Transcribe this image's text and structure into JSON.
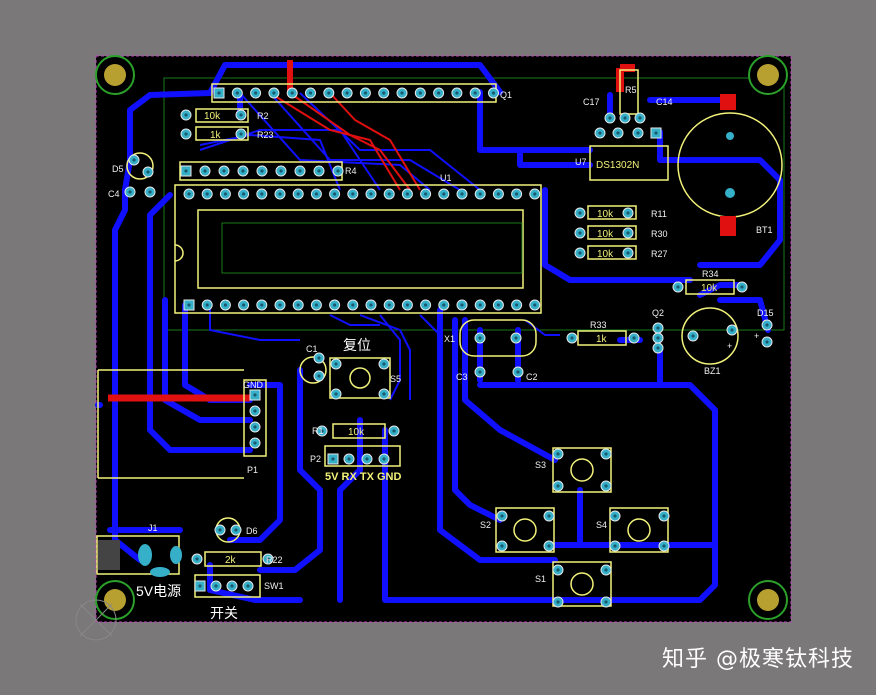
{
  "pcb": {
    "colors": {
      "background": "#7a7878",
      "board": "#000000",
      "bottom_trace": "#1010ff",
      "top_trace": "#e01010",
      "silkscreen": "#f2f27a",
      "pad": "#35b0c8",
      "outline": "#c040c0"
    },
    "components": {
      "q1": "Q1",
      "r2": "R2",
      "r23": "R23",
      "r4": "R4",
      "d5": "D5",
      "c4": "C4",
      "u1": "U1",
      "c17": "C17",
      "r5": "R5",
      "c14": "C14",
      "u7": "U7",
      "ds1302": "DS1302N",
      "r11": "R11",
      "r30": "R30",
      "r27": "R27",
      "bt1": "BT1",
      "r34": "R34",
      "r34_value": "10k",
      "d15": "D15",
      "q2": "Q2",
      "r33": "R33",
      "r33_value": "1k",
      "bz1": "BZ1",
      "x1": "X1",
      "c3": "C3",
      "c2": "C2",
      "c1": "C1",
      "s5": "S5",
      "p1": "P1",
      "r1": "R1",
      "r1_value": "10k",
      "p2": "P2",
      "s3": "S3",
      "s2": "S2",
      "s4": "S4",
      "s1": "S1",
      "j1": "J1",
      "d6": "D6",
      "r22": "R22",
      "r22_value": "2k",
      "sw1": "SW1"
    },
    "resistor_values": {
      "r2": "10k",
      "r23": "1k",
      "r11": "10k",
      "r30": "10k",
      "r27": "10k"
    },
    "text": {
      "reset": "复位",
      "p1_gnd": "GND",
      "header_pins": "5V RX TX GND",
      "power": "5V电源",
      "switch": "开关",
      "plus": "+",
      "watermark": "知乎 @极寒钛科技"
    }
  }
}
